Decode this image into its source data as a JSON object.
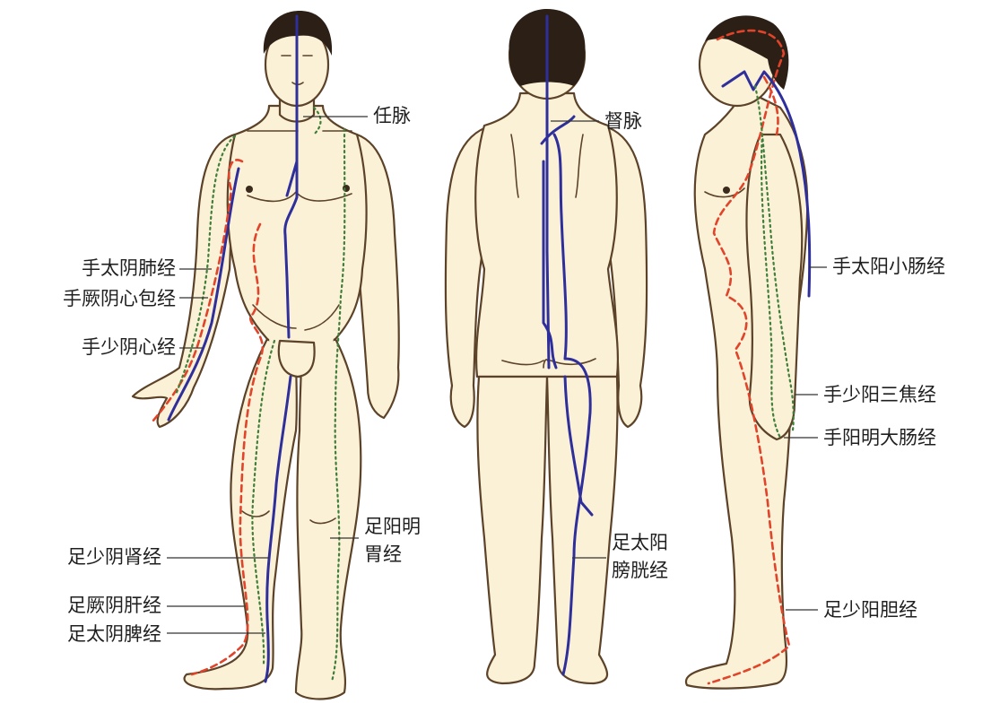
{
  "labels": {
    "ren_mai": "任脉",
    "du_mai": "督脉",
    "lung_meridian": "手太阴肺经",
    "pericardium_meridian": "手厥阴心包经",
    "heart_meridian": "手少阴心经",
    "kidney_meridian": "足少阴肾经",
    "liver_meridian": "足厥阴肝经",
    "spleen_meridian": "足太阴脾经",
    "stomach_meridian_line1": "足阳明",
    "stomach_meridian_line2": "胃经",
    "bladder_meridian_line1": "足太阳",
    "bladder_meridian_line2": "膀胱经",
    "small_intestine_meridian": "手太阳小肠经",
    "sanjiao_meridian": "手少阳三焦经",
    "large_intestine_meridian": "手阳明大肠经",
    "gallbladder_meridian": "足少阳胆经"
  },
  "colors": {
    "skin": "#fbf1d6",
    "outline": "#5b4228",
    "hair": "#2b1f16",
    "blue": "#2f2f9c",
    "red": "#e0442a",
    "green": "#3f7f3a"
  }
}
